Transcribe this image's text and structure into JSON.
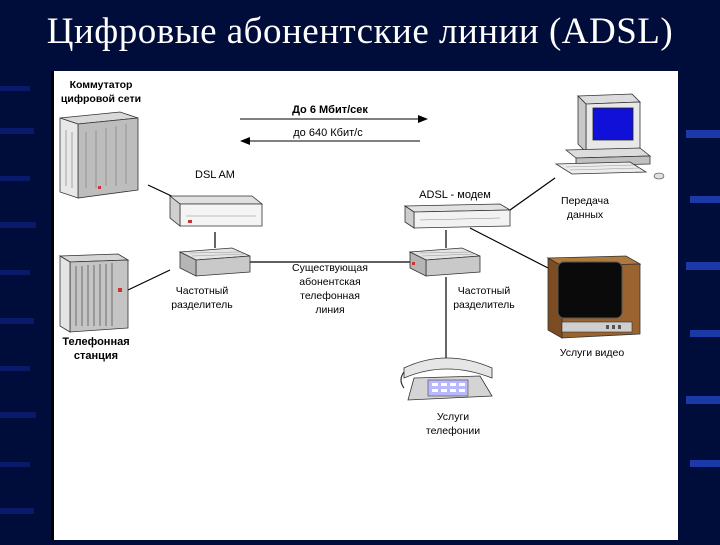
{
  "title": "Цифровые абонентские линии (ADSL)",
  "diagram": {
    "switch_label": [
      "Коммутатор",
      "цифровой сети"
    ],
    "speed_down": "До 6 Мбит/сек",
    "speed_up": "до 640 Кбит/с",
    "dslam_label": "DSL AM",
    "modem_label": "ADSL - модем",
    "data_label": [
      "Передача",
      "данных"
    ],
    "line_label": [
      "Существующая",
      "абонентская",
      "телефонная",
      "линия"
    ],
    "splitter_left_label": [
      "Частотный",
      "разделитель"
    ],
    "splitter_right_label": [
      "Частотный",
      "разделитель"
    ],
    "station_label": [
      "Телефонная",
      "станция"
    ],
    "video_label": "Услуги видео",
    "phone_label": [
      "Услуги",
      "телефонии"
    ]
  }
}
